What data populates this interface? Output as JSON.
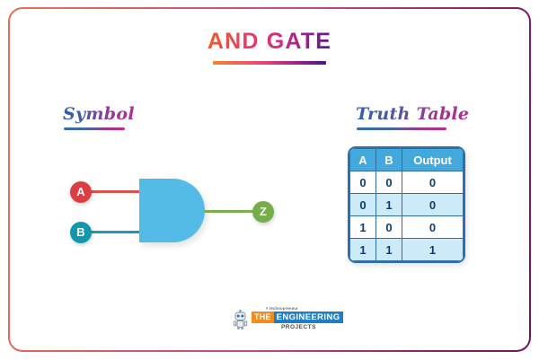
{
  "page": {
    "title": "AND GATE",
    "border_gradient_from": "#e8705f",
    "border_gradient_to": "#6d1560",
    "background": "#ffffff"
  },
  "sections": {
    "symbol_heading": "Symbol",
    "truth_heading": "Truth Table"
  },
  "diagram": {
    "gate_type": "AND",
    "gate_fill": "#54bae6",
    "inputs": [
      {
        "label": "A",
        "color": "#dc3d42",
        "wire_color": "#d9534f"
      },
      {
        "label": "B",
        "color": "#0f98ae",
        "wire_color": "#1a9cb5"
      }
    ],
    "output": {
      "label": "Z",
      "color": "#76ad4b",
      "wire_color": "#7bb04a"
    }
  },
  "truth_table": {
    "headers": [
      "A",
      "B",
      "Output"
    ],
    "header_bg": "#43a9dd",
    "border_color": "#2f6fa8",
    "shaded_row_bg": "#cdeaf8",
    "rows": [
      [
        "0",
        "0",
        "0"
      ],
      [
        "0",
        "1",
        "0"
      ],
      [
        "1",
        "0",
        "0"
      ],
      [
        "1",
        "1",
        "1"
      ]
    ]
  },
  "logo": {
    "tagline": "# technopreneur",
    "the": "THE",
    "engineering": "ENGINEERING",
    "projects": "PROJECTS"
  }
}
